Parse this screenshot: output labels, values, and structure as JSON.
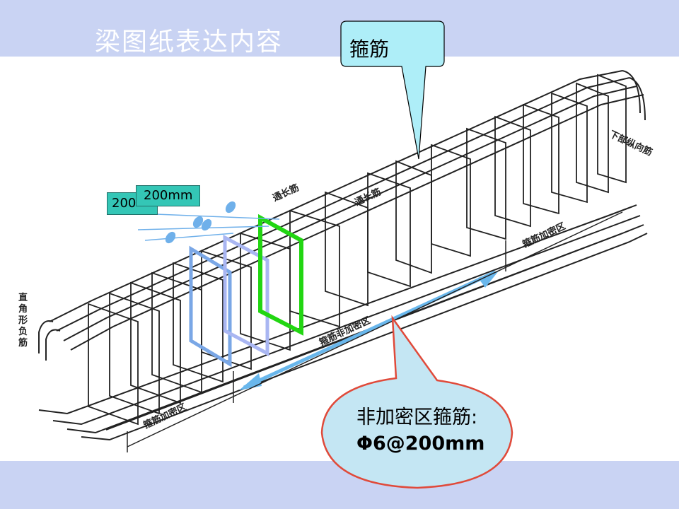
{
  "slide": {
    "title": "梁图纸表达内容",
    "colors": {
      "band": "#c9d3f3",
      "callout_fill": "#aeeef8",
      "oval_fill": "#c4e6f3",
      "oval_border": "#e04a3a",
      "arrow": "#69b7ec"
    }
  },
  "callouts": {
    "top": "箍筋",
    "bottom_line1": "非加密区箍筋:",
    "bottom_line2": "Φ6@200mm"
  },
  "dimensions": {
    "back_label": "200",
    "front_label": "200mm"
  },
  "diagram_labels": {
    "left_vertical": "直角形负筋",
    "top_rebar_1": "通长筋",
    "top_rebar_2": "通长筋",
    "bottom_rebar": "下部纵向筋",
    "dense_zone_right": "箍筋加密区",
    "nondense_zone": "箍筋非加密区",
    "dense_zone_left": "箍筋加密区"
  }
}
